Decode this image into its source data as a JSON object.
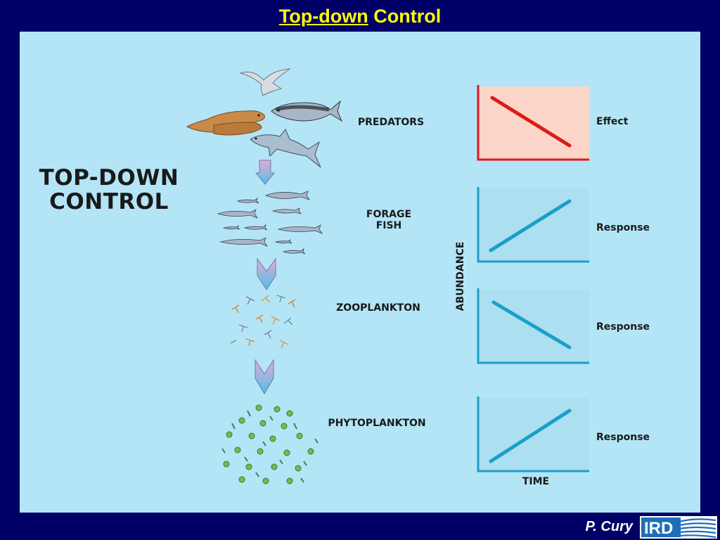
{
  "title": {
    "underlined": "Top-down",
    "rest": "Control"
  },
  "main_label": {
    "line1": "TOP-DOWN",
    "line2": "CONTROL"
  },
  "levels": [
    {
      "name": "PREDATORS",
      "effect": "Effect",
      "trend": "decrease",
      "color": "#dd1a1a",
      "bg": "#fcd6c8"
    },
    {
      "name_line1": "FORAGE",
      "name_line2": "FISH",
      "effect": "Response",
      "trend": "increase",
      "color": "#1a9fc9",
      "bg": "#acdff0"
    },
    {
      "name": "ZOOPLANKTON",
      "effect": "Response",
      "trend": "decrease",
      "color": "#1a9fc9",
      "bg": "#acdff0"
    },
    {
      "name": "PHYTOPLANKTON",
      "effect": "Response",
      "trend": "increase",
      "color": "#1a9fc9",
      "bg": "#acdff0"
    }
  ],
  "axis": {
    "y": "ABUNDANCE",
    "x": "TIME"
  },
  "footer": {
    "author": "P. Cury",
    "logo_text": "IRD"
  },
  "icons": [
    "seabird-icon",
    "seal-icon",
    "tuna-icon",
    "shark-icon",
    "forage-fish-school-icon",
    "zooplankton-icon",
    "phytoplankton-icon",
    "down-arrow-icon"
  ]
}
